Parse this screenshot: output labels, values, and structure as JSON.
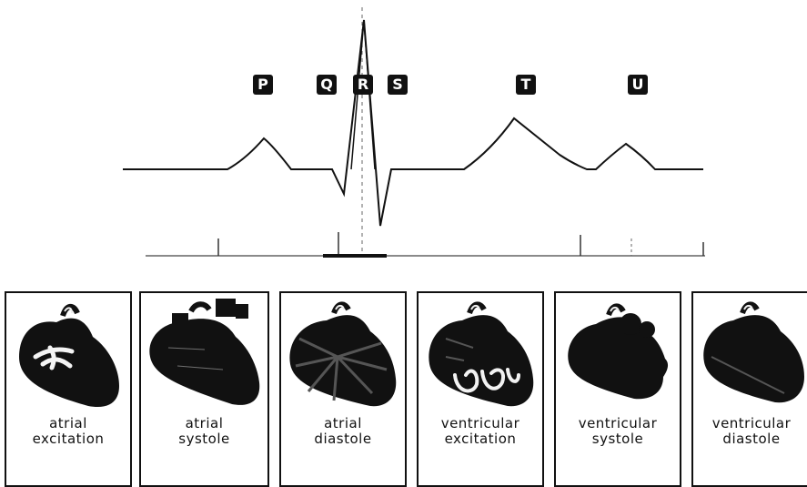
{
  "wave_labels": [
    "P",
    "Q",
    "R",
    "S",
    "T",
    "U"
  ],
  "panels": [
    {
      "line1": "atrial",
      "line2": "excitation"
    },
    {
      "line1": "atrial",
      "line2": "systole"
    },
    {
      "line1": "atrial",
      "line2": "diastole"
    },
    {
      "line1": "ventricular",
      "line2": "excitation"
    },
    {
      "line1": "ventricular",
      "line2": "systole"
    },
    {
      "line1": "ventricular",
      "line2": "diastole"
    }
  ]
}
